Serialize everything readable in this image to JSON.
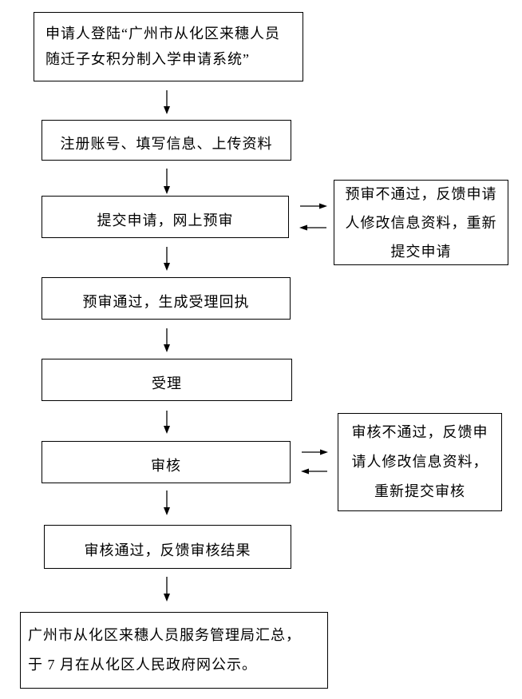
{
  "flow": {
    "steps": [
      {
        "lines": [
          "申请人登陆“广州市从化区来穗人员",
          "随迁子女积分制入学申请系统”"
        ]
      },
      {
        "lines": [
          "注册账号、填写信息、上传资料"
        ]
      },
      {
        "lines": [
          "提交申请，网上预审"
        ]
      },
      {
        "lines": [
          "预审通过，生成受理回执"
        ]
      },
      {
        "lines": [
          "受理"
        ]
      },
      {
        "lines": [
          "审核"
        ]
      },
      {
        "lines": [
          "审核通过，反馈审核结果"
        ]
      },
      {
        "lines": [
          "广州市从化区来穗人员服务管理局汇总，",
          "于 7 月在从化区人民政府网公示。"
        ]
      }
    ],
    "feedback_boxes": [
      {
        "lines": [
          "预审不通过，反馈申请",
          "人修改信息资料，重新",
          "提交申请"
        ]
      },
      {
        "lines": [
          "审核不通过，反馈申",
          "请人修改信息资料，",
          "重新提交审核"
        ]
      }
    ]
  }
}
